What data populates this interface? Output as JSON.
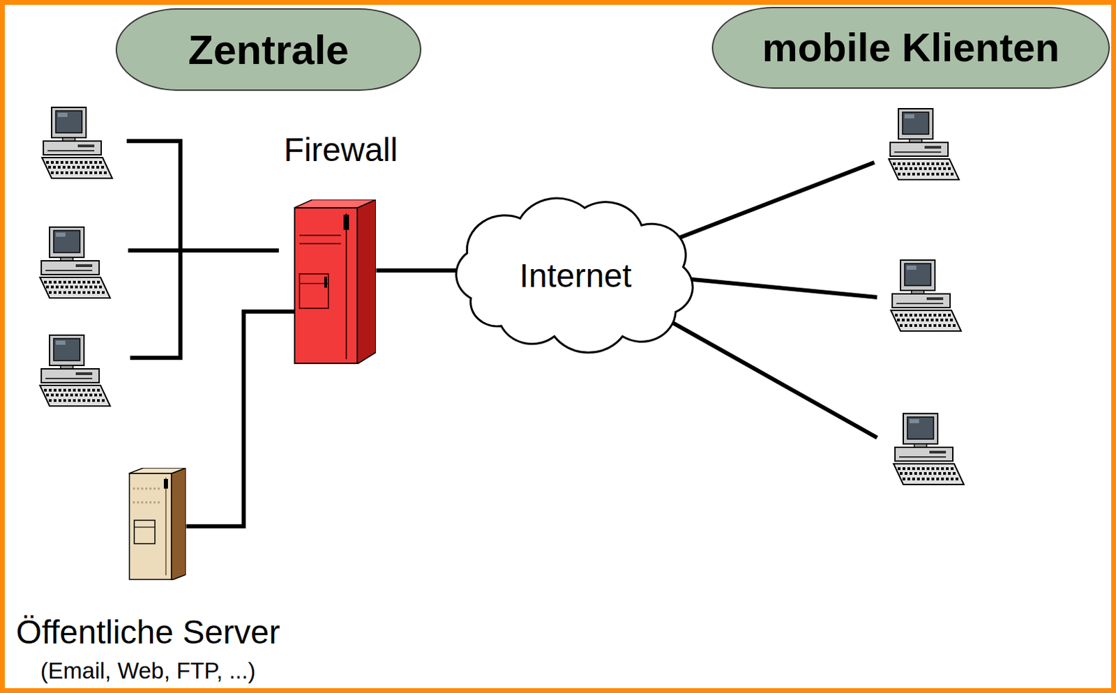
{
  "diagram": {
    "nodes": [
      {
        "text": [
          "Zentrale"
        ]
      },
      {
        "text": [
          "mobile Klienten"
        ]
      },
      {
        "text": [
          "Firewall"
        ]
      },
      {
        "text": [
          "Internet"
        ]
      },
      {
        "text": [
          "Öffentliche Server",
          "(Email, Web, FTP, ...)"
        ]
      }
    ],
    "edges": [
      {
        "from": 2,
        "to": 3,
        "arrow": "none"
      },
      {
        "from": 4,
        "to": 2,
        "arrow": "none"
      }
    ]
  }
}
